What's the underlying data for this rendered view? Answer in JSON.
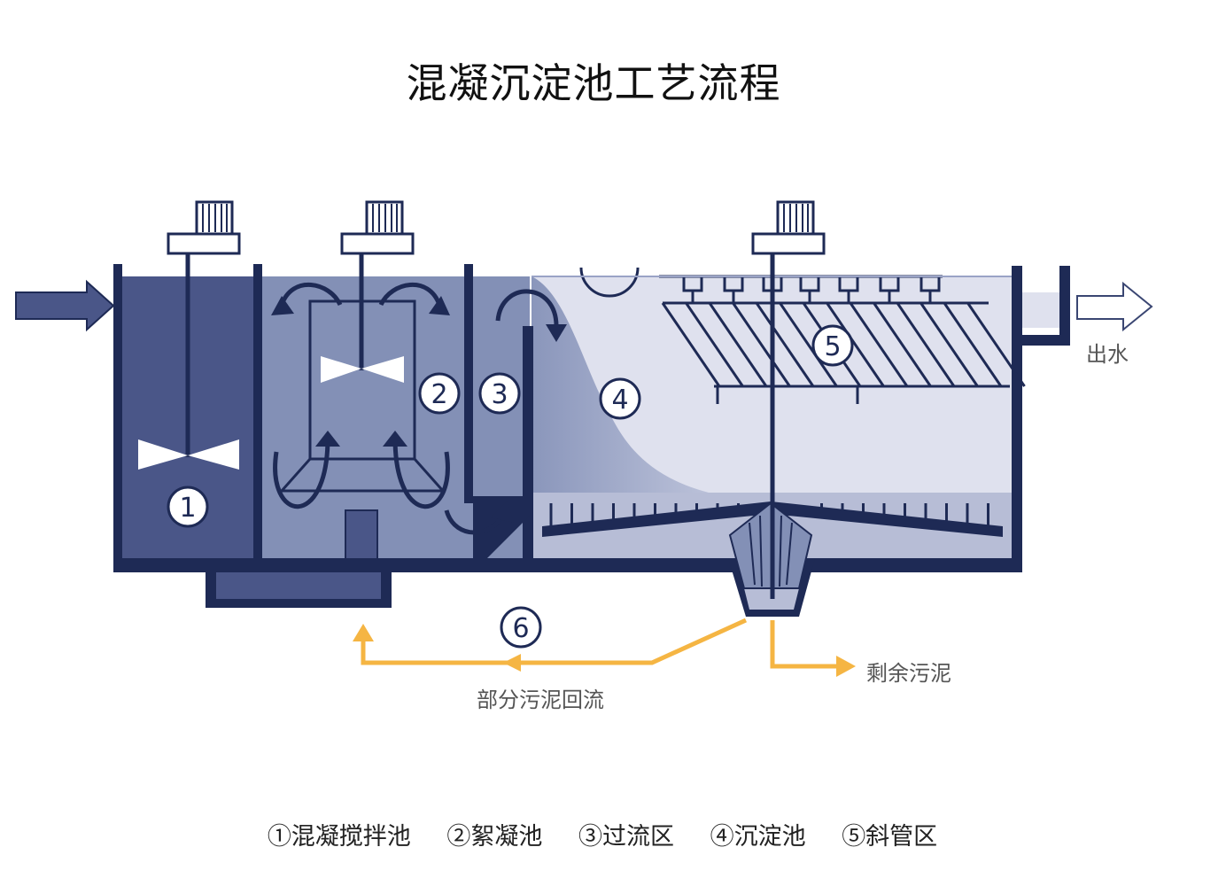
{
  "title": "混凝沉淀池工艺流程",
  "labels": {
    "outlet": "出水",
    "excess_sludge": "剩余污泥",
    "return_sludge": "部分污泥回流"
  },
  "markers": [
    "1",
    "2",
    "3",
    "4",
    "5",
    "6"
  ],
  "legend": [
    "①混凝搅拌池",
    "②絮凝池",
    "③过流区",
    "④沉淀池",
    "⑤斜管区"
  ],
  "colors": {
    "structure": "#1e2a55",
    "mix_tank": "#4a5688",
    "floc_tank": "#8390b6",
    "settling": "#dfe1ee",
    "sludge_line": "#f5b543",
    "inlet_arrow": "#4a5688"
  }
}
